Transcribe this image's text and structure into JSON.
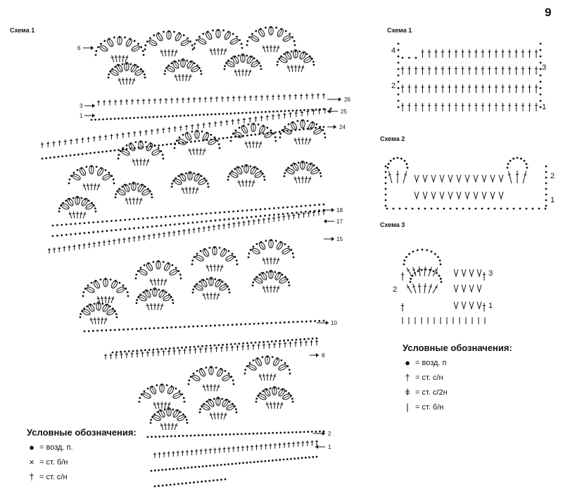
{
  "page_number": "9",
  "diagram_main": {
    "title": "Схема 1",
    "row_labels_right": [
      "26",
      "25",
      "24",
      "18",
      "17",
      "15",
      "10",
      "8",
      "2",
      "1"
    ],
    "row_labels_left": [
      "6",
      "3",
      "1"
    ]
  },
  "diagram_small_1": {
    "title": "Схема 1",
    "row_labels": [
      "4",
      "3",
      "2",
      "1"
    ]
  },
  "diagram_small_2": {
    "title": "Схема 2",
    "row_labels": [
      "2",
      "1"
    ]
  },
  "diagram_small_3": {
    "title": "Схема 3",
    "row_labels": [
      "3",
      "2",
      "1"
    ]
  },
  "legend_left": {
    "title": "Условные обозначения:",
    "items": [
      {
        "symbol": "●",
        "text": "= возд. п."
      },
      {
        "symbol": "×",
        "text": "= ст. б/н"
      },
      {
        "symbol": "†",
        "text": "= ст. с/н"
      }
    ]
  },
  "legend_right": {
    "title": "Условные обозначения:",
    "items": [
      {
        "symbol": "●",
        "text": "= возд. п"
      },
      {
        "symbol": "†",
        "text": "= ст. с/н"
      },
      {
        "symbol": "ǂ",
        "text": "= ст. с/2н"
      },
      {
        "symbol": "|",
        "text": "= ст. б/н"
      }
    ]
  }
}
